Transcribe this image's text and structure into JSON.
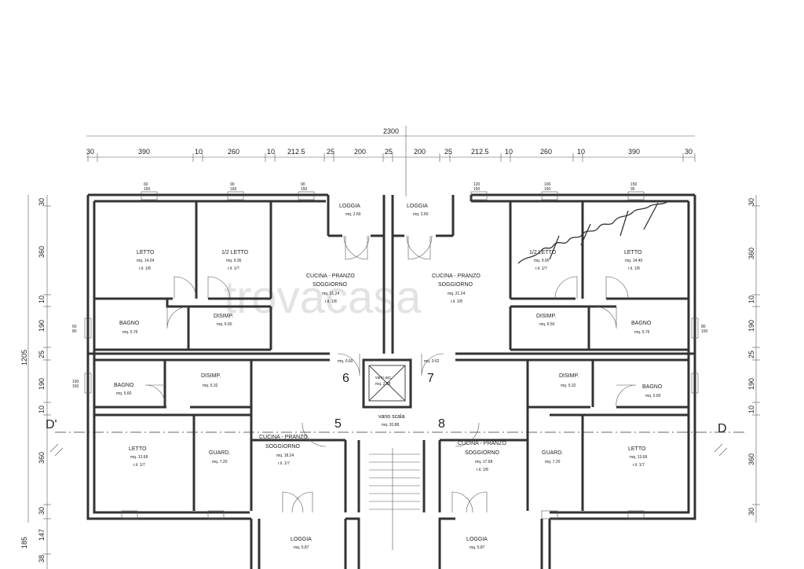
{
  "watermark": "trovacasa",
  "dims_top": {
    "total": "2300",
    "segments": [
      "30",
      "390",
      "10",
      "260",
      "10",
      "212.5",
      "25",
      "200",
      "25",
      "200",
      "25",
      "212.5",
      "10",
      "260",
      "10",
      "390",
      "30"
    ]
  },
  "dims_left": [
    "30",
    "360",
    "10",
    "190",
    "25",
    "190",
    "10",
    "360",
    "30",
    "147",
    "38"
  ],
  "dims_left_total": "1205",
  "dims_left_185": "185",
  "dims_right": [
    "30",
    "360",
    "10",
    "190",
    "25",
    "190",
    "10",
    "360",
    "30"
  ],
  "section_marks": {
    "left": "D'",
    "right": "D"
  },
  "apartments": {
    "a5": "5",
    "a6": "6",
    "a7": "7",
    "a8": "8"
  },
  "rooms": {
    "loggia_tl": {
      "name": "LOGGIA",
      "area": "mq. 2.60"
    },
    "loggia_tr": {
      "name": "LOGGIA",
      "area": "mq. 2.60"
    },
    "letto_tl": {
      "name": "LETTO",
      "area": "mq. 14.04",
      "ril": "r.il. 1/8"
    },
    "halfletto_tl": {
      "name": "1/2 LETTO",
      "area": "mq. 9.36",
      "ril": "r.il. 1/7"
    },
    "cucina_tl": {
      "name1": "CUCINA - PRANZO",
      "name2": "SOGGIORNO",
      "area": "mq. 21.24",
      "ril": "r.il. 1/8"
    },
    "cucina_tr": {
      "name1": "CUCINA - PRANZO",
      "name2": "SOGGIORNO",
      "area": "mq. 21.24",
      "ril": "r.il. 1/8"
    },
    "halfletto_tr": {
      "name": "1/2 LETTO",
      "area": "mq. 9.00",
      "ril": "r.il. 1/7"
    },
    "letto_tr": {
      "name": "LETTO",
      "area": "mq. 14.40",
      "ril": "r.il. 1/8"
    },
    "bagno_tl": {
      "name": "BAGNO",
      "area": "mq. 5.76"
    },
    "disimp_tl": {
      "name": "DISIMP.",
      "area": "mq. 6.50"
    },
    "disimp_tr": {
      "name": "DISIMP.",
      "area": "mq. 6.50"
    },
    "bagno_tr": {
      "name": "BAGNO",
      "area": "mq. 5.76"
    },
    "bagno_bl": {
      "name": "BAGNO",
      "area": "mq. 5.60"
    },
    "disimp_bl": {
      "name": "DISIMP.",
      "area": "mq. 5.32"
    },
    "disimp_br": {
      "name": "DISIMP.",
      "area": "mq. 5.32"
    },
    "bagno_br": {
      "name": "BAGNO",
      "area": "mq. 5.60"
    },
    "vano_scala": {
      "name": "vano scala",
      "area": "mq. 20.88"
    },
    "asc": {
      "name": "vano asc.",
      "area": "mq. 2.88"
    },
    "pian_l": {
      "area": "mq. 0.60"
    },
    "pian_r": {
      "area": "mq. 0.62"
    },
    "letto_bl": {
      "name": "LETTO",
      "area": "mq. 13.68",
      "ril": "r.il. 1/7"
    },
    "guard_bl": {
      "name": "GUARD.",
      "area": "mq. 7.20"
    },
    "cucina_bl": {
      "name1": "CUCINA - PRANZO",
      "name2": "SOGGIORNO",
      "area": "mq. 18.24",
      "ril": "r.il. 1/7"
    },
    "cucina_br": {
      "name1": "CUCINA - PRANZO",
      "name2": "SOGGIORNO",
      "area": "mq. 17.68",
      "ril": "r.il. 1/8"
    },
    "guard_br": {
      "name": "GUARD.",
      "area": "mq. 7.20"
    },
    "letto_br": {
      "name": "LETTO",
      "area": "mq. 13.68",
      "ril": "r.il. 1/7"
    },
    "loggia_bl": {
      "name": "LOGGIA",
      "area": "mq. 5.87"
    },
    "loggia_br": {
      "name": "LOGGIA",
      "area": "mq. 5.87"
    }
  },
  "window_tags": [
    "60",
    "160",
    "90",
    "160",
    "90",
    "150",
    "120",
    "150",
    "100",
    "150",
    "150",
    "90",
    "60",
    "80",
    "100",
    "150",
    "80",
    "150"
  ]
}
